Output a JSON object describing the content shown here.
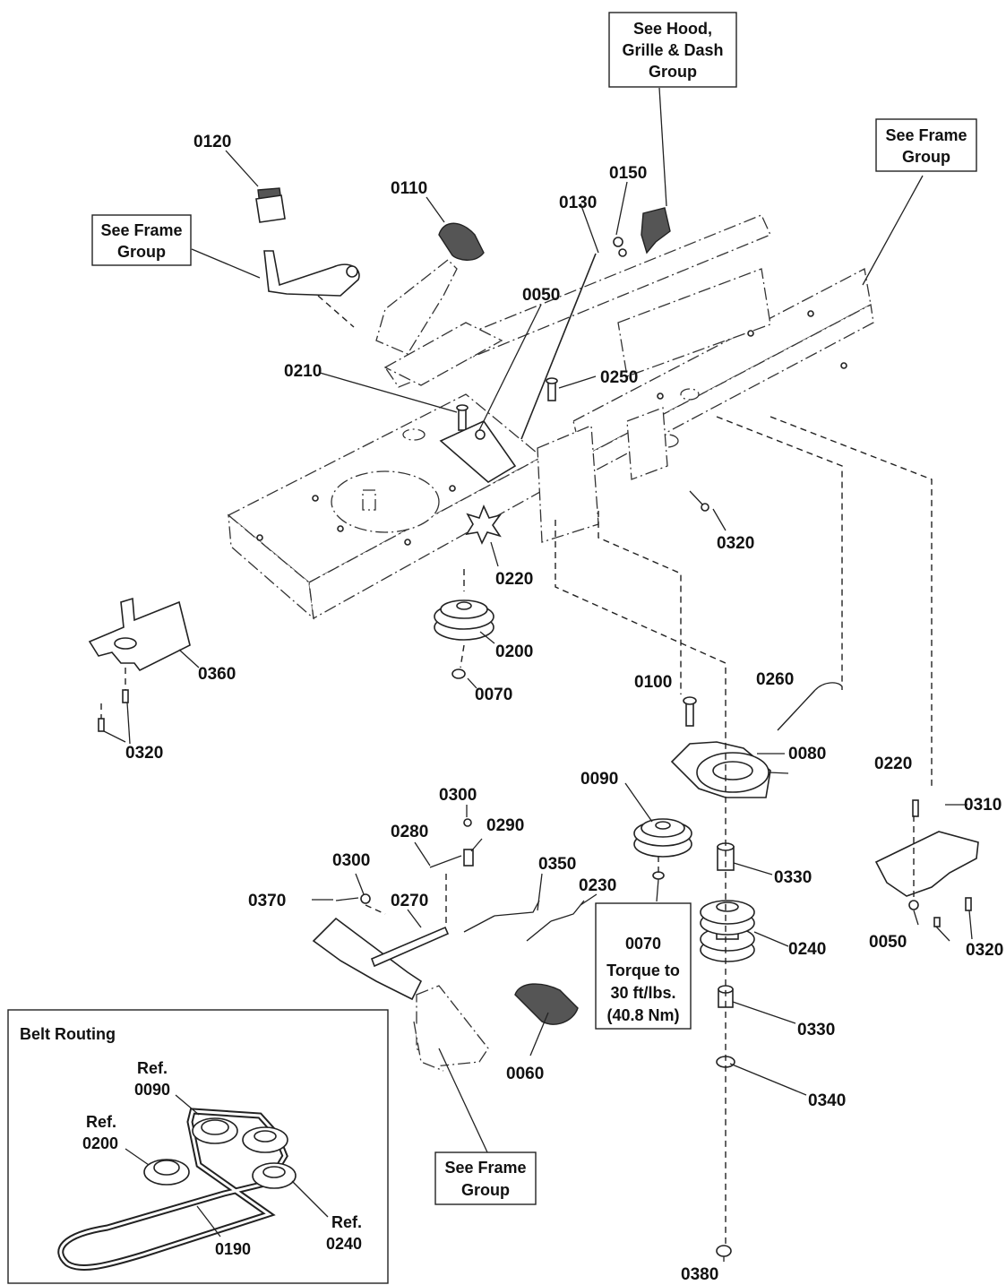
{
  "callouts": {
    "hood_grille_dash": [
      "See Hood,",
      "Grille & Dash",
      "Group"
    ],
    "frame_top_left": [
      "See Frame",
      "Group"
    ],
    "frame_top_right": [
      "See Frame",
      "Group"
    ],
    "frame_bottom": [
      "See Frame",
      "Group"
    ],
    "torque": [
      "0070",
      "Torque to",
      "30 ft/lbs.",
      "(40.8 Nm)"
    ]
  },
  "parts": {
    "p0120": "0120",
    "p0110": "0110",
    "p0150": "0150",
    "p0130": "0130",
    "p0050_top": "0050",
    "p0250": "0250",
    "p0210": "0210",
    "p0320_mid": "0320",
    "p0220_top": "0220",
    "p0200": "0200",
    "p0070_top": "0070",
    "p0360": "0360",
    "p0320_left": "0320",
    "p0100": "0100",
    "p0260": "0260",
    "p0080": "0080",
    "p0090": "0090",
    "p0220_right": "0220",
    "p0310": "0310",
    "p0300_a": "0300",
    "p0290": "0290",
    "p0280": "0280",
    "p0300_b": "0300",
    "p0370": "0370",
    "p0270": "0270",
    "p0350": "0350",
    "p0230": "0230",
    "p0330_a": "0330",
    "p0240": "0240",
    "p0050_right": "0050",
    "p0320_right": "0320",
    "p0330_b": "0330",
    "p0060": "0060",
    "p0340": "0340",
    "p0380": "0380"
  },
  "belt_routing": {
    "title": "Belt Routing",
    "ref_0090": [
      "Ref.",
      "0090"
    ],
    "ref_0200": [
      "Ref.",
      "0200"
    ],
    "ref_0240": [
      "Ref.",
      "0240"
    ],
    "p0190": "0190"
  }
}
